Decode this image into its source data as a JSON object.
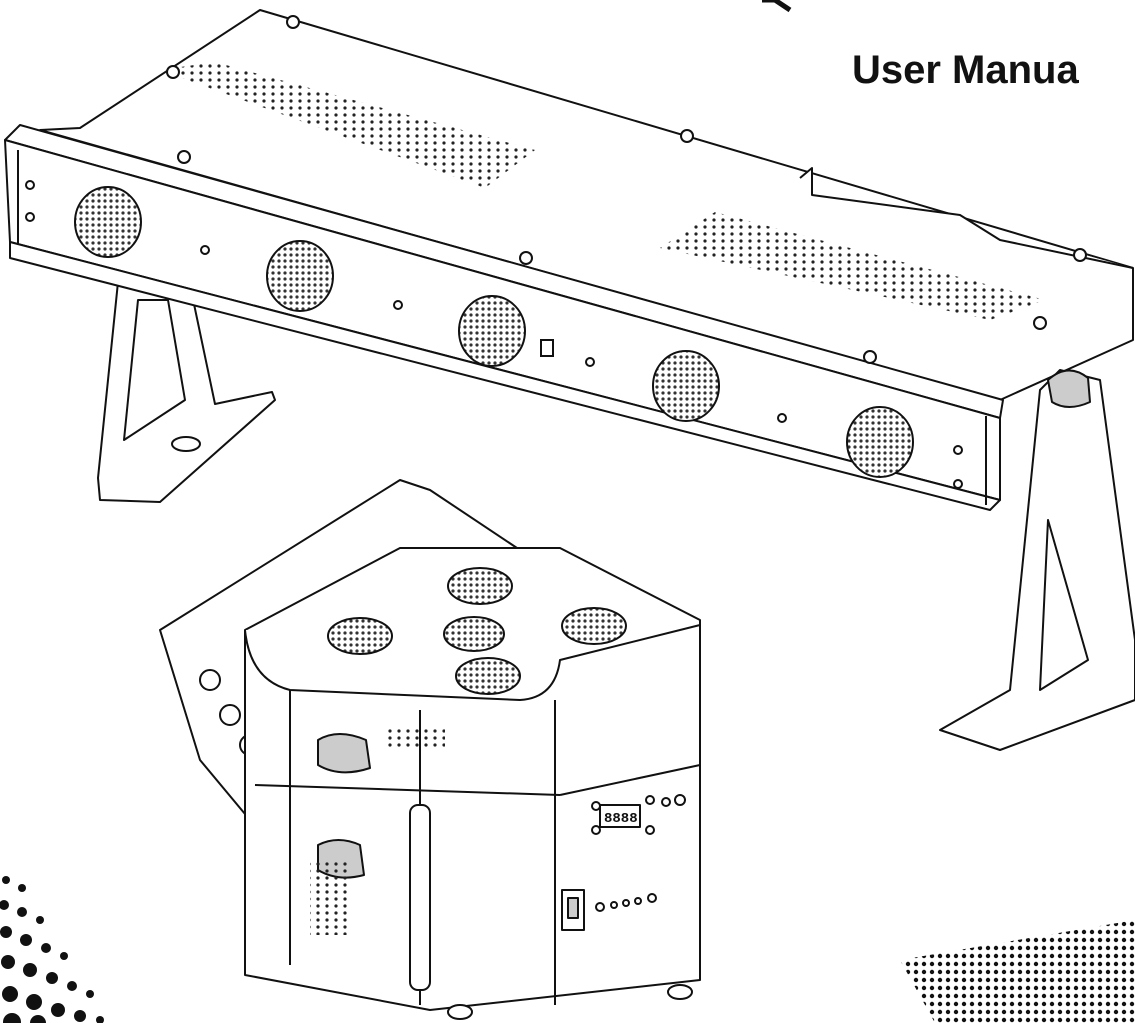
{
  "document": {
    "title": "User Manua"
  },
  "illustrations": [
    {
      "name": "led-bar-fixture",
      "led_count": 5,
      "stand_count": 2
    },
    {
      "name": "battery-par-fixture",
      "led_count": 5,
      "display_readout": "8888"
    }
  ],
  "colors": {
    "ink": "#111111",
    "paper": "#ffffff",
    "led_grill": "#444444"
  }
}
